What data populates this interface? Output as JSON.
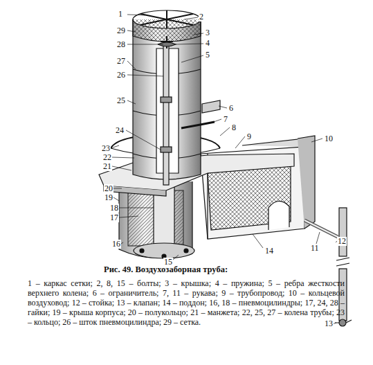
{
  "diagram": {
    "caption": "Рис. 49. Воздухозаборная труба:",
    "labels": [
      "1",
      "2",
      "29",
      "3",
      "4",
      "28",
      "5",
      "27",
      "26",
      "25",
      "24",
      "6",
      "7",
      "8",
      "9",
      "10",
      "23",
      "22",
      "21",
      "20",
      "19",
      "18",
      "17",
      "16",
      "15",
      "14",
      "11",
      "12",
      "13",
      "1 – каркас сетки; 2, 8, 15 – болты; 3 – крышка; 4 – пружина; 5 – ребра жесткости верхнего колена; 6 – ограничитель; 7, 11 – рукава; 9 – трубопровод; 10 – кольцевой воздуховод; 12 – стойка; 13 – клапан; 14 – поддон; 16, 18 – пневмоцилиндры; 17, 24, 28 – гайки; 19 – крыша корпуса; 20 – полукольцо; 21 – манжета; 22, 25, 27 – колена трубы; 23 – кольцо; 26 – шток пневмоцилиндра; 29 – сетка."
    ]
  }
}
